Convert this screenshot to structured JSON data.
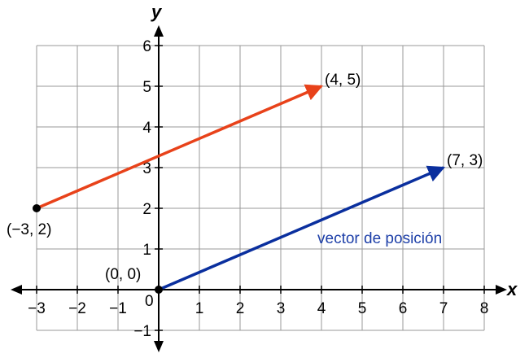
{
  "colors": {
    "grid": "#999999",
    "axis": "#000000",
    "vector_red": "#e8421a",
    "vector_blue": "#0a2f9e",
    "caption_blue": "#1d3fa8"
  },
  "axes": {
    "x_title": "x",
    "y_title": "y",
    "x_range": [
      -3,
      8
    ],
    "y_range": [
      -1,
      6
    ],
    "origin_label": "0",
    "x_ticks": [
      {
        "v": -3,
        "label": "−3"
      },
      {
        "v": -2,
        "label": "−2"
      },
      {
        "v": -1,
        "label": "−1"
      },
      {
        "v": 1,
        "label": "1"
      },
      {
        "v": 2,
        "label": "2"
      },
      {
        "v": 3,
        "label": "3"
      },
      {
        "v": 4,
        "label": "4"
      },
      {
        "v": 5,
        "label": "5"
      },
      {
        "v": 6,
        "label": "6"
      },
      {
        "v": 7,
        "label": "7"
      },
      {
        "v": 8,
        "label": "8"
      }
    ],
    "y_ticks": [
      {
        "v": -1,
        "label": "−1"
      },
      {
        "v": 1,
        "label": "1"
      },
      {
        "v": 2,
        "label": "2"
      },
      {
        "v": 3,
        "label": "3"
      },
      {
        "v": 4,
        "label": "4"
      },
      {
        "v": 5,
        "label": "5"
      },
      {
        "v": 6,
        "label": "6"
      }
    ]
  },
  "vectors": [
    {
      "name": "red-vector",
      "from": [
        -3,
        2
      ],
      "to": [
        4,
        5
      ],
      "color": "#e8421a"
    },
    {
      "name": "position-vector",
      "from": [
        0,
        0
      ],
      "to": [
        7,
        3
      ],
      "color": "#0a2f9e"
    }
  ],
  "points": [
    {
      "name": "point-start-red",
      "x": -3,
      "y": 2,
      "label": "(−3, 2)"
    },
    {
      "name": "point-origin",
      "x": 0,
      "y": 0,
      "label": "(0, 0)"
    }
  ],
  "labels": {
    "end_red": "(4, 5)",
    "end_blue": "(7, 3)",
    "start_red": "(−3, 2)",
    "origin_point": "(0, 0)",
    "caption": "vector de posición"
  }
}
